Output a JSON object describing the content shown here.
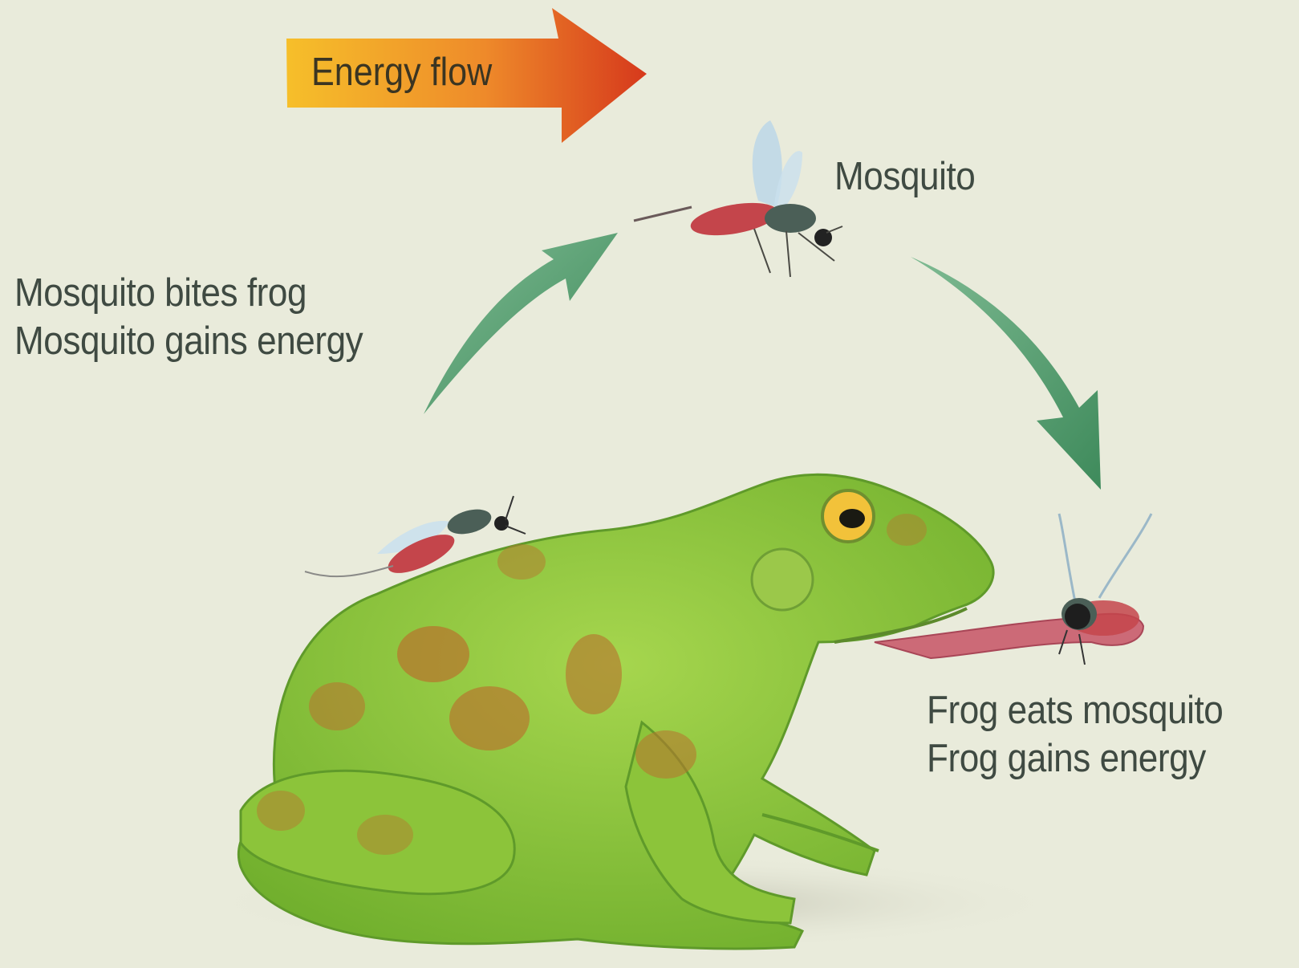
{
  "title_arrow": {
    "label": "Energy flow"
  },
  "labels": {
    "mosquito": "Mosquito",
    "bite": [
      "Mosquito bites frog",
      "Mosquito gains energy"
    ],
    "eat": [
      "Frog eats mosquito",
      "Frog gains energy"
    ]
  },
  "colors": {
    "background": "#e9ebdb",
    "flow_arrow_start": "#f6b824",
    "flow_arrow_end": "#d6391c",
    "cycle_arrow": "#4f9a6c",
    "frog_body": "#8fc83c",
    "frog_spots": "#b6782e",
    "mosquito_body": "#c4454b",
    "text": "#3f4a42"
  }
}
